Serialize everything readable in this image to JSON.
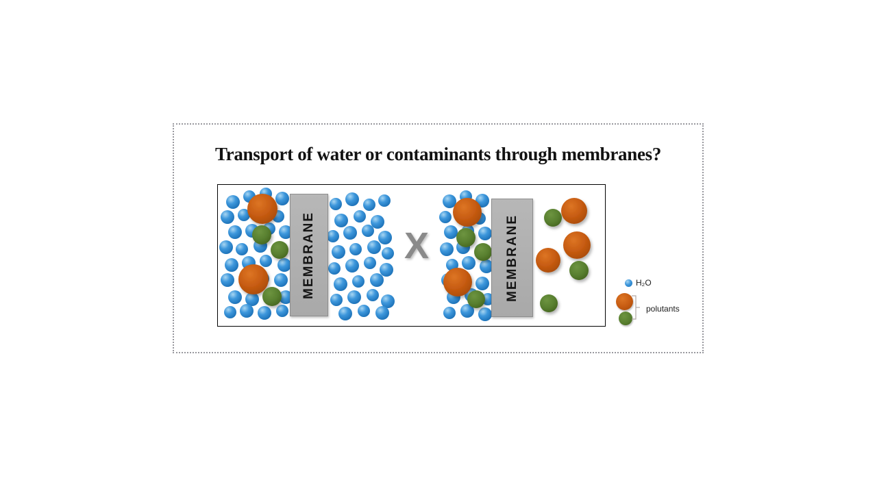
{
  "slide": {
    "title": "Transport of water or contaminants through membranes?",
    "separator_label": "X",
    "membrane_label_left": "MEMBRANE",
    "membrane_label_right": "MEMBRANE",
    "legend": {
      "water_label": "H₂O",
      "pollutants_label": "polutants"
    },
    "colors": {
      "water_blue": "#2f8fd5",
      "pollutant_orange": "#c55a11",
      "pollutant_green": "#587f2f",
      "membrane_gray": "#aeaeae",
      "x_gray": "#8a8a8a",
      "frame_border_gray": "#98989e"
    }
  },
  "diagram": {
    "molecules": {
      "water": [
        [
          22,
          25,
          10
        ],
        [
          46,
          17,
          9
        ],
        [
          70,
          13,
          9
        ],
        [
          94,
          20,
          10
        ],
        [
          14,
          47,
          10
        ],
        [
          38,
          44,
          9
        ],
        [
          61,
          39,
          10
        ],
        [
          88,
          46,
          9
        ],
        [
          25,
          69,
          10
        ],
        [
          50,
          67,
          10
        ],
        [
          75,
          64,
          9
        ],
        [
          99,
          69,
          10
        ],
        [
          12,
          91,
          10
        ],
        [
          35,
          94,
          9
        ],
        [
          62,
          89,
          10
        ],
        [
          90,
          94,
          10
        ],
        [
          20,
          117,
          10
        ],
        [
          45,
          114,
          10
        ],
        [
          70,
          111,
          9
        ],
        [
          97,
          117,
          10
        ],
        [
          14,
          139,
          10
        ],
        [
          40,
          141,
          9
        ],
        [
          65,
          137,
          10
        ],
        [
          92,
          139,
          10
        ],
        [
          25,
          164,
          10
        ],
        [
          50,
          167,
          10
        ],
        [
          78,
          161,
          9
        ],
        [
          99,
          164,
          10
        ],
        [
          18,
          186,
          9
        ],
        [
          42,
          184,
          10
        ],
        [
          68,
          187,
          10
        ],
        [
          94,
          184,
          9
        ],
        [
          172,
          28,
          9
        ],
        [
          196,
          21,
          10
        ],
        [
          221,
          29,
          9
        ],
        [
          243,
          23,
          9
        ],
        [
          180,
          52,
          10
        ],
        [
          207,
          46,
          9
        ],
        [
          233,
          54,
          10
        ],
        [
          168,
          75,
          9
        ],
        [
          193,
          70,
          10
        ],
        [
          219,
          67,
          9
        ],
        [
          244,
          77,
          10
        ],
        [
          176,
          98,
          10
        ],
        [
          201,
          94,
          9
        ],
        [
          228,
          91,
          10
        ],
        [
          248,
          100,
          9
        ],
        [
          170,
          122,
          9
        ],
        [
          196,
          118,
          10
        ],
        [
          222,
          114,
          9
        ],
        [
          246,
          124,
          10
        ],
        [
          179,
          145,
          10
        ],
        [
          205,
          141,
          9
        ],
        [
          232,
          139,
          10
        ],
        [
          173,
          168,
          9
        ],
        [
          199,
          164,
          10
        ],
        [
          226,
          161,
          9
        ],
        [
          248,
          170,
          10
        ],
        [
          186,
          188,
          10
        ],
        [
          213,
          184,
          9
        ],
        [
          240,
          187,
          10
        ],
        [
          338,
          24,
          10
        ],
        [
          362,
          17,
          9
        ],
        [
          386,
          23,
          10
        ],
        [
          332,
          47,
          9
        ],
        [
          356,
          44,
          10
        ],
        [
          382,
          49,
          9
        ],
        [
          340,
          69,
          10
        ],
        [
          365,
          67,
          9
        ],
        [
          390,
          71,
          10
        ],
        [
          334,
          94,
          10
        ],
        [
          358,
          91,
          10
        ],
        [
          384,
          95,
          9
        ],
        [
          342,
          117,
          9
        ],
        [
          366,
          114,
          10
        ],
        [
          392,
          119,
          10
        ],
        [
          336,
          139,
          10
        ],
        [
          360,
          141,
          9
        ],
        [
          386,
          144,
          10
        ],
        [
          344,
          164,
          10
        ],
        [
          370,
          161,
          10
        ],
        [
          394,
          167,
          9
        ],
        [
          338,
          187,
          9
        ],
        [
          364,
          184,
          10
        ],
        [
          390,
          189,
          10
        ]
      ],
      "pollutants": [
        [
          65,
          35,
          22,
          "orange"
        ],
        [
          64,
          73,
          14,
          "green"
        ],
        [
          90,
          95,
          13,
          "green"
        ],
        [
          52,
          138,
          22,
          "orange"
        ],
        [
          79,
          163,
          14,
          "green"
        ],
        [
          364,
          40,
          21,
          "orange"
        ],
        [
          362,
          77,
          14,
          "green"
        ],
        [
          387,
          98,
          13,
          "green"
        ],
        [
          350,
          142,
          21,
          "orange"
        ],
        [
          377,
          167,
          13,
          "green"
        ],
        [
          489,
          48,
          13,
          "green"
        ],
        [
          520,
          38,
          19,
          "orange"
        ],
        [
          524,
          88,
          20,
          "orange"
        ],
        [
          482,
          110,
          18,
          "orange"
        ],
        [
          527,
          125,
          14,
          "green"
        ],
        [
          483,
          173,
          13,
          "green"
        ]
      ]
    }
  }
}
